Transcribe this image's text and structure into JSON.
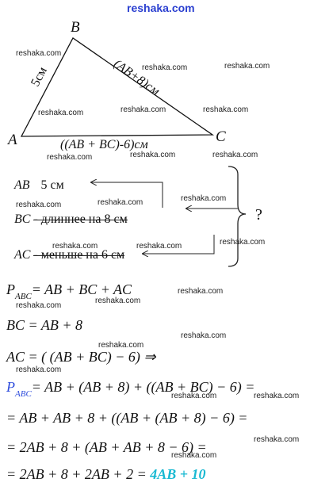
{
  "header": {
    "site": "reshaka.com"
  },
  "watermark": "reshaka.com",
  "triangle": {
    "vertex_a": "A",
    "vertex_b": "B",
    "vertex_c": "C",
    "side_ab": "5см",
    "side_bc": "(AB+8)см",
    "side_ac": "((AB + BC)-6)см"
  },
  "given": {
    "ab_label": "AB",
    "ab_value": "5 см",
    "bc_label": "BC",
    "bc_text": "- длиннее на 8 см",
    "ac_label": "AC",
    "ac_text": "- меньше на 6 см",
    "question": "?"
  },
  "solution": {
    "line1_p": "P",
    "line1_sub": "ABC",
    "line1_rest": "= AB + BC + AC",
    "line2": "BC = AB + 8",
    "line3": "AC = ( (AB + BC) − 6) ⇒",
    "line4_p": "P",
    "line4_sub": "ABC",
    "line4_rest": "= AB + (AB + 8) + ((AB + BC) − 6) =",
    "line5": "= AB + AB + 8 + ((AB + (AB + 8) − 6) =",
    "line6": "= 2AB + 8 + (AB + AB + 8 − 6) =",
    "line7_main": "= 2AB + 8 + 2AB + 2 =",
    "line7_answer": "4AB + 10"
  }
}
